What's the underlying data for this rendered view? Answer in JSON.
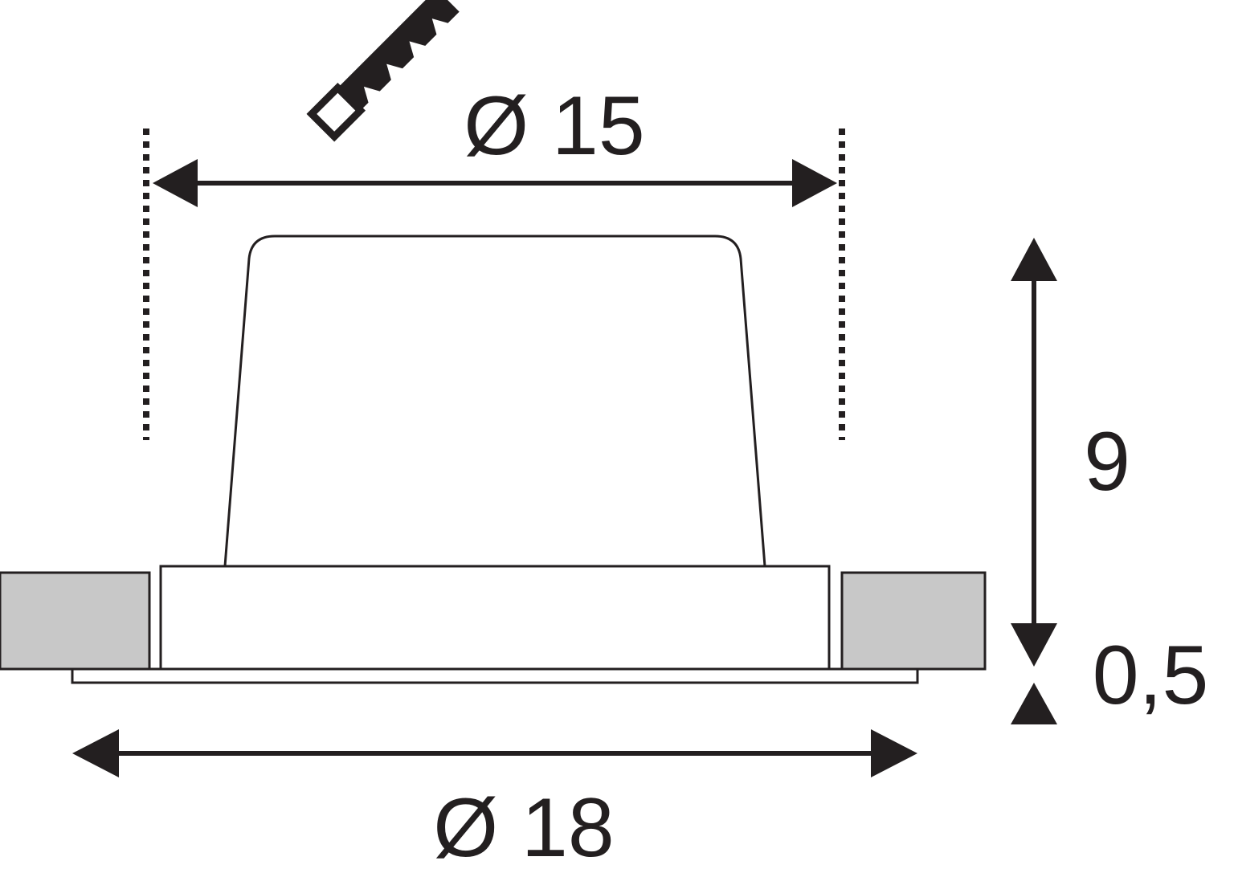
{
  "dimensions": {
    "cutout_diameter": "Ø 15",
    "outer_diameter": "Ø 18",
    "height": "9",
    "flange_thickness": "0,5"
  },
  "icons": {
    "saw": "saw-icon"
  },
  "colors": {
    "line": "#231f20",
    "ceiling_fill": "#c8c8c8",
    "background": "#ffffff"
  }
}
